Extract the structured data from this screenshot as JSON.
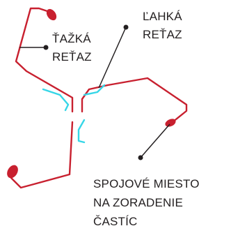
{
  "labels": {
    "heavy_chain": [
      "ŤAŽKÁ",
      "REŤAZ"
    ],
    "light_chain": [
      "ĽAHKÁ",
      "REŤAZ"
    ],
    "binding_site": [
      "SPOJOVÉ MIESTO",
      "NA ZORADENIE",
      "ČASTÍC"
    ]
  },
  "colors": {
    "heavy_chain": "#c8202f",
    "light_chain": "#36d6e7",
    "tip": "#c8202f",
    "pointer": "#231f20",
    "text": "#231f20"
  }
}
